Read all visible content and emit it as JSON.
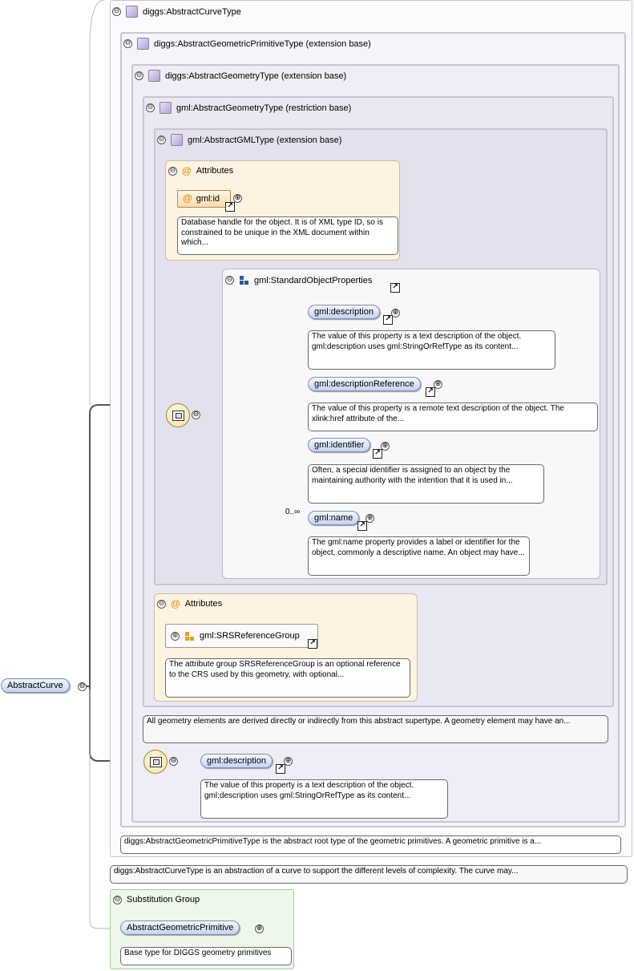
{
  "types": {
    "curve": "diggs:AbstractCurveType",
    "primitive": "diggs:AbstractGeometricPrimitiveType (extension base)",
    "geometry_diggs": "diggs:AbstractGeometryType (extension base)",
    "geometry_gml": "gml:AbstractGeometryType (restriction base)",
    "gml_type": "gml:AbstractGMLType (extension base)"
  },
  "attributes_1": {
    "title": "Attributes",
    "attr_name": "gml:id",
    "attr_doc": "Database handle for the object. It is of XML type ID, so is constrained to be unique in the XML document within which..."
  },
  "std_props": {
    "title": "gml:StandardObjectProperties",
    "cardinality": "0..∞",
    "elements": [
      {
        "name": "gml:description",
        "doc": "The value of this property is a text description of the object. gml:description uses gml:StringOrRefType as its content..."
      },
      {
        "name": "gml:descriptionReference",
        "doc": "The value of this property is a remote text description of the object. The xlink:href attribute of the..."
      },
      {
        "name": "gml:identifier",
        "doc": "Often, a special identifier is assigned to an object by the maintaining authority with the intention that it is used in..."
      },
      {
        "name": "gml:name",
        "doc": "The gml:name property provides a label or identifier for the object, commonly a descriptive name. An object may have..."
      }
    ]
  },
  "attributes_2": {
    "title": "Attributes",
    "group_name": "gml:SRSReferenceGroup",
    "group_doc": "The attribute group SRSReferenceGroup is an optional reference to the CRS used by this geometry, with optional..."
  },
  "geometry_doc": "All geometry elements are derived directly or indirectly from this abstract supertype. A geometry element may have an...",
  "diggs_description": {
    "name": "gml:description",
    "doc": "The value of this property is a text description of the object. gml:description uses gml:StringOrRefType as its content..."
  },
  "primitive_doc": "diggs:AbstractGeometricPrimitiveType is the abstract root type of the geometric primitives. A geometric primitive is a...",
  "curve_doc": "diggs:AbstractCurveType is an abstraction of a curve to support the different levels of complexity. The curve may...",
  "root": {
    "name": "AbstractCurve"
  },
  "substitution": {
    "title": "Substitution Group",
    "element": "AbstractGeometricPrimitive",
    "doc": "Base type for DIGGS geometry primitives"
  },
  "icons": {
    "collapse": "⊖",
    "expand": "⊕",
    "link": "↗"
  }
}
